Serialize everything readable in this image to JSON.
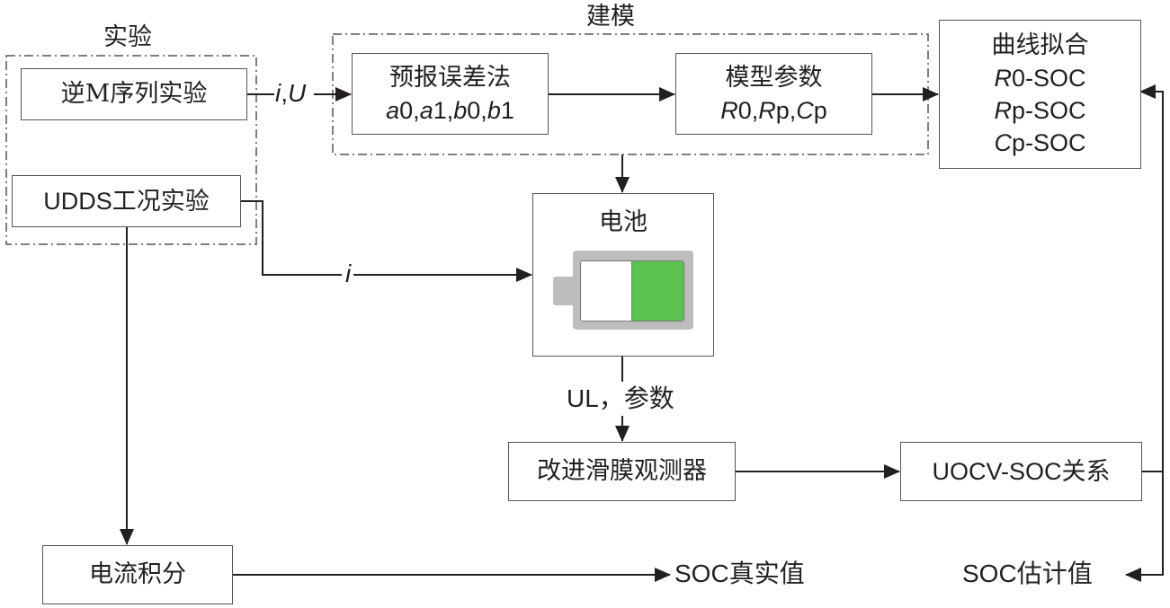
{
  "groups": {
    "experiment": {
      "label": "实验"
    },
    "modeling": {
      "label": "建模"
    }
  },
  "boxes": {
    "inverse_m": {
      "line1": "逆M序列实验"
    },
    "udds": {
      "line1": "UDDS工况实验"
    },
    "prediction_error": {
      "line1": "预报误差法",
      "line2_parts": [
        "a",
        "0,",
        "a",
        "1,",
        "b",
        "0,",
        "b",
        "1"
      ]
    },
    "model_params": {
      "line1": "模型参数",
      "line2_parts": [
        "R",
        "0,",
        "R",
        "p,",
        "C",
        "p"
      ]
    },
    "curve_fit": {
      "line1": "曲线拟合",
      "line2_parts": [
        "R",
        "0-SOC"
      ],
      "line3_parts": [
        "R",
        "p-SOC"
      ],
      "line4_parts": [
        "C",
        "p-SOC"
      ]
    },
    "battery": {
      "line1": "电池",
      "charge_fraction": 0.5,
      "fill_color": "#5cc250"
    },
    "smo": {
      "line1": "改进滑膜观测器"
    },
    "uocv": {
      "line1": "UOCV-SOC关系"
    },
    "coulomb": {
      "line1": "电流积分"
    }
  },
  "edges": {
    "iu_label_i": "i",
    "iu_label_sep": ",",
    "iu_label_u": "U",
    "i_label": "i",
    "ul_label_en": "UL，",
    "ul_label_cn": "参数"
  },
  "outputs": {
    "soc_true": {
      "en": "SOC",
      "cn": "真实值"
    },
    "soc_est": {
      "en": "SOC",
      "cn": "估计值"
    }
  }
}
